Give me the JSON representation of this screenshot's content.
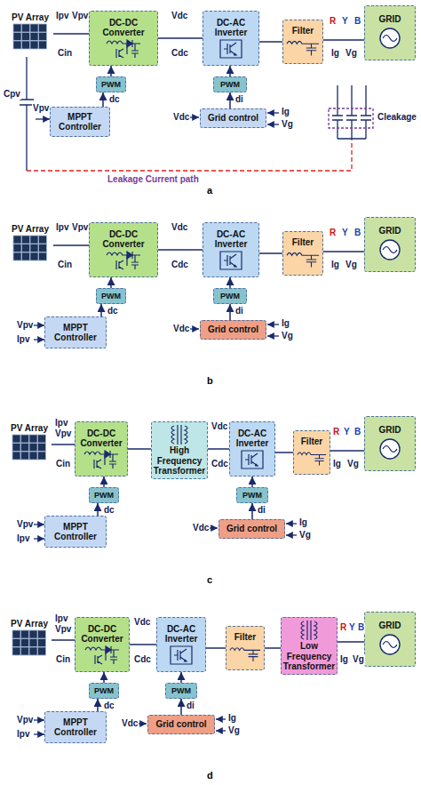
{
  "diagram": {
    "nodes": [
      {
        "text": [
          "PV Array"
        ]
      },
      {
        "text": [
          "DC-DC Converter"
        ]
      },
      {
        "text": [
          "DC-AC Inverter"
        ]
      },
      {
        "text": [
          "Filter"
        ]
      },
      {
        "text": [
          "GRID"
        ]
      },
      {
        "text": [
          "PWM"
        ]
      },
      {
        "text": [
          "MPPT Controller"
        ]
      },
      {
        "text": [
          "PWM"
        ]
      },
      {
        "text": [
          "Grid control"
        ]
      },
      {
        "text": [
          "PV Array"
        ]
      },
      {
        "text": [
          "DC-DC Converter"
        ]
      },
      {
        "text": [
          "DC-AC Inverter"
        ]
      },
      {
        "text": [
          "Filter"
        ]
      },
      {
        "text": [
          "GRID"
        ]
      },
      {
        "text": [
          "PWM"
        ]
      },
      {
        "text": [
          "MPPT Controller"
        ]
      },
      {
        "text": [
          "PWM"
        ]
      },
      {
        "text": [
          "Grid control"
        ]
      },
      {
        "text": [
          "PV Array"
        ]
      },
      {
        "text": [
          "DC-DC Converter"
        ]
      },
      {
        "text": [
          "High Frequency Transformer"
        ]
      },
      {
        "text": [
          "DC-AC Inverter"
        ]
      },
      {
        "text": [
          "Filter"
        ]
      },
      {
        "text": [
          "GRID"
        ]
      },
      {
        "text": [
          "PWM"
        ]
      },
      {
        "text": [
          "MPPT Controller"
        ]
      },
      {
        "text": [
          "PWM"
        ]
      },
      {
        "text": [
          "Grid control"
        ]
      },
      {
        "text": [
          "PV Array"
        ]
      },
      {
        "text": [
          "DC-DC Converter"
        ]
      },
      {
        "text": [
          "DC-AC Inverter"
        ]
      },
      {
        "text": [
          "Filter"
        ]
      },
      {
        "text": [
          "Low Frequency Transformer"
        ]
      },
      {
        "text": [
          "GRID"
        ]
      },
      {
        "text": [
          "PWM"
        ]
      },
      {
        "text": [
          "MPPT Controller"
        ]
      },
      {
        "text": [
          "PWM"
        ]
      },
      {
        "text": [
          "Grid control"
        ]
      }
    ],
    "edges": [
      {
        "from": 0,
        "to": 1,
        "arrow": "none"
      },
      {
        "from": 1,
        "to": 2,
        "arrow": "none"
      },
      {
        "from": 2,
        "to": 3,
        "arrow": "none"
      },
      {
        "from": 3,
        "to": 4,
        "arrow": "none"
      },
      {
        "from": 6,
        "to": 5,
        "arrow": "to"
      },
      {
        "from": 5,
        "to": 1,
        "arrow": "to"
      },
      {
        "from": 8,
        "to": 7,
        "arrow": "to"
      },
      {
        "from": 7,
        "to": 2,
        "arrow": "to"
      },
      {
        "from": 9,
        "to": 10,
        "arrow": "none"
      },
      {
        "from": 10,
        "to": 11,
        "arrow": "none"
      },
      {
        "from": 11,
        "to": 12,
        "arrow": "none"
      },
      {
        "from": 12,
        "to": 13,
        "arrow": "none"
      },
      {
        "from": 15,
        "to": 14,
        "arrow": "to"
      },
      {
        "from": 14,
        "to": 10,
        "arrow": "to"
      },
      {
        "from": 17,
        "to": 16,
        "arrow": "to"
      },
      {
        "from": 16,
        "to": 11,
        "arrow": "to"
      },
      {
        "from": 18,
        "to": 19,
        "arrow": "none"
      },
      {
        "from": 19,
        "to": 20,
        "arrow": "none"
      },
      {
        "from": 20,
        "to": 21,
        "arrow": "none"
      },
      {
        "from": 21,
        "to": 22,
        "arrow": "none"
      },
      {
        "from": 22,
        "to": 23,
        "arrow": "none"
      },
      {
        "from": 25,
        "to": 24,
        "arrow": "to"
      },
      {
        "from": 24,
        "to": 19,
        "arrow": "to"
      },
      {
        "from": 27,
        "to": 26,
        "arrow": "to"
      },
      {
        "from": 26,
        "to": 21,
        "arrow": "to"
      },
      {
        "from": 28,
        "to": 29,
        "arrow": "none"
      },
      {
        "from": 29,
        "to": 30,
        "arrow": "none"
      },
      {
        "from": 30,
        "to": 31,
        "arrow": "none"
      },
      {
        "from": 31,
        "to": 32,
        "arrow": "none"
      },
      {
        "from": 32,
        "to": 33,
        "arrow": "none"
      },
      {
        "from": 35,
        "to": 34,
        "arrow": "to"
      },
      {
        "from": 34,
        "to": 29,
        "arrow": "to"
      },
      {
        "from": 37,
        "to": 36,
        "arrow": "to"
      },
      {
        "from": 36,
        "to": 30,
        "arrow": "to"
      }
    ],
    "labels": [
      "Ipv",
      "Vpv",
      "Cin",
      "Vdc",
      "Cdc",
      "dc",
      "di",
      "Cpv",
      "Vpv",
      "Vdc",
      "Ig",
      "Vg",
      "R",
      "Y",
      "B",
      "Ig",
      "Vg",
      "Cleakage",
      "Leakage Current path",
      "a",
      "Ipv",
      "Vpv",
      "Cin",
      "Vdc",
      "Cdc",
      "dc",
      "di",
      "Vpv",
      "Ipv",
      "Vdc",
      "Ig",
      "Vg",
      "R",
      "Y",
      "B",
      "Ig",
      "Vg",
      "b",
      "Ipv",
      "Vpv",
      "Cin",
      "Vdc",
      "Cdc",
      "dc",
      "di",
      "Vpv",
      "Ipv",
      "Vdc",
      "Ig",
      "Vg",
      "R",
      "Y",
      "B",
      "Ig",
      "Vg",
      "c",
      "Ipv",
      "Vpv",
      "Cin",
      "Vdc",
      "Cdc",
      "dc",
      "di",
      "Vpv",
      "Ipv",
      "Vdc",
      "Ig",
      "Vg",
      "R",
      "Y",
      "B",
      "Ig",
      "Vg",
      "d"
    ]
  }
}
